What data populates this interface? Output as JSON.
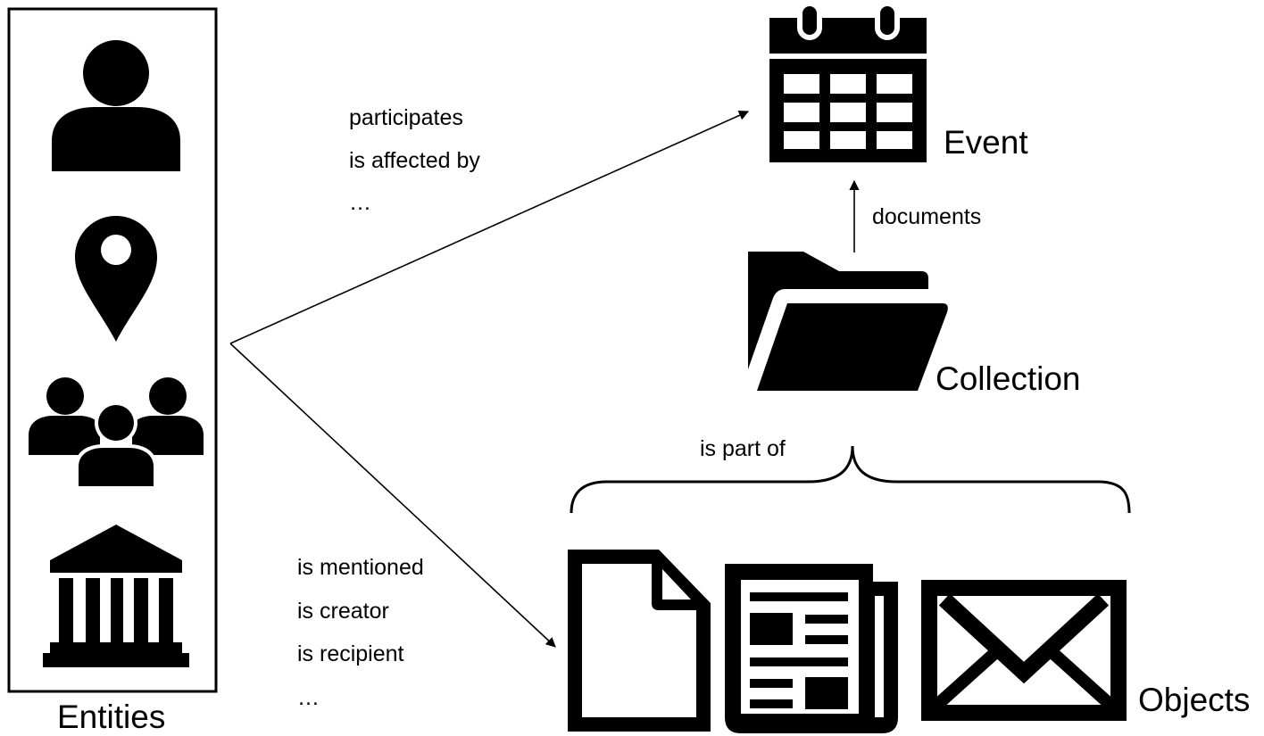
{
  "labels": {
    "entities": "Entities",
    "event": "Event",
    "collection": "Collection",
    "objects": "Objects",
    "documents": "documents",
    "is_part_of": "is part of"
  },
  "entity_event_relations": [
    "participates",
    "is affected by",
    "…"
  ],
  "entity_object_relations": [
    "is mentioned",
    "is creator",
    "is recipient",
    "…"
  ],
  "icons": {
    "entities": [
      "person-icon",
      "location-pin-icon",
      "group-icon",
      "institution-icon"
    ],
    "event": "calendar-icon",
    "collection": "folder-icon",
    "objects": [
      "document-icon",
      "newspaper-icon",
      "envelope-icon"
    ]
  },
  "colors": {
    "ink": "#000000",
    "background": "#ffffff"
  }
}
